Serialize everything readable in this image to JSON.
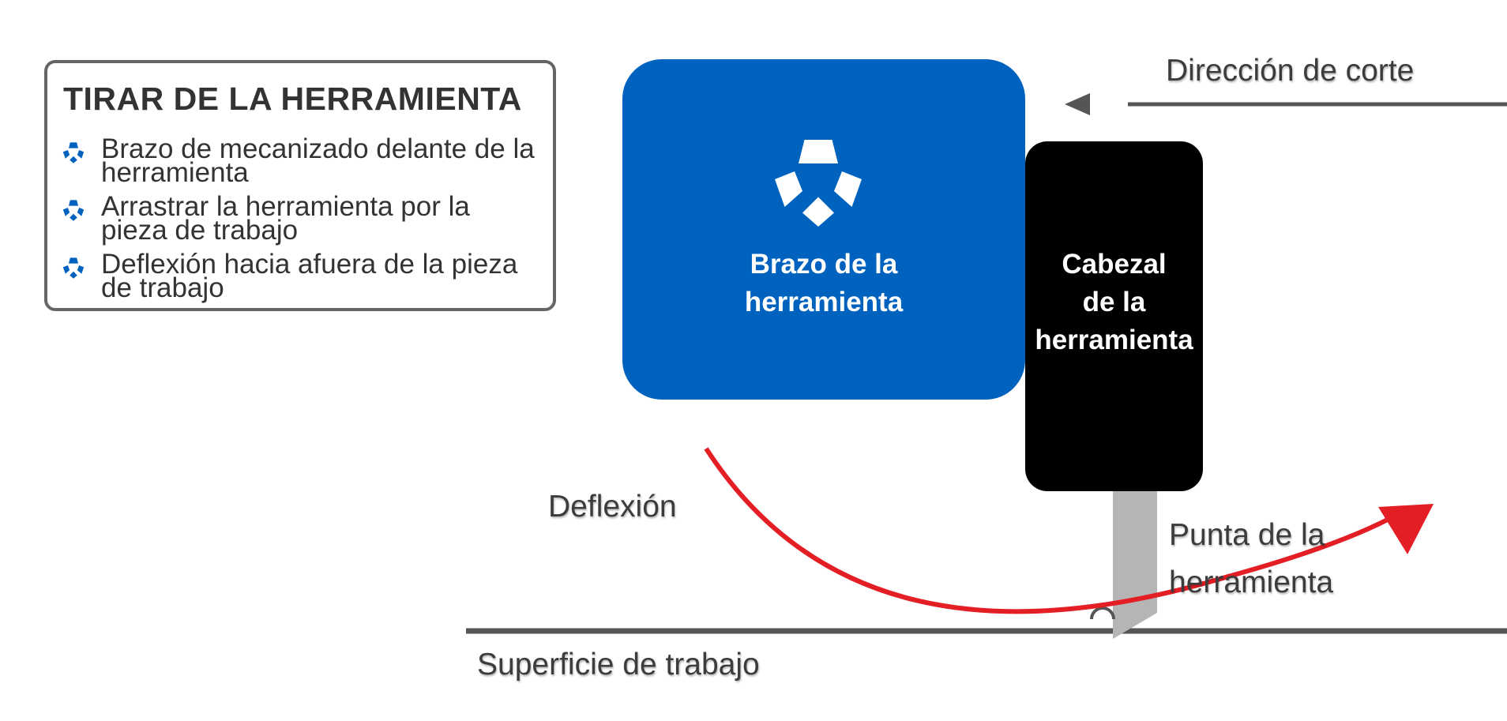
{
  "legend": {
    "title": "TIRAR DE LA HERRAMIENTA",
    "bullet_icon": "pentagon-star-icon",
    "items": [
      {
        "text": "Brazo de mecanizado delante de la herramienta"
      },
      {
        "text": "Arrastrar la herramienta por la pieza de trabajo"
      },
      {
        "text": "Deflexión hacia afuera de la pieza de trabajo"
      }
    ]
  },
  "tool_arm": {
    "label": "Brazo de la\nherramienta",
    "icon": "pentagon-star-icon",
    "color": "#0062bf"
  },
  "tool_head": {
    "label": "Cabezal\nde la\nherramienta",
    "color": "#000000"
  },
  "labels": {
    "cut_direction": "Dirección de corte",
    "deflection": "Deflexión",
    "tool_tip": "Punta de la\nherramienta",
    "work_surface": "Superficie de trabajo"
  },
  "colors": {
    "deflection_arrow": "#e31e24",
    "tool_tip": "#b5b5b5",
    "surface_line": "#555555"
  }
}
